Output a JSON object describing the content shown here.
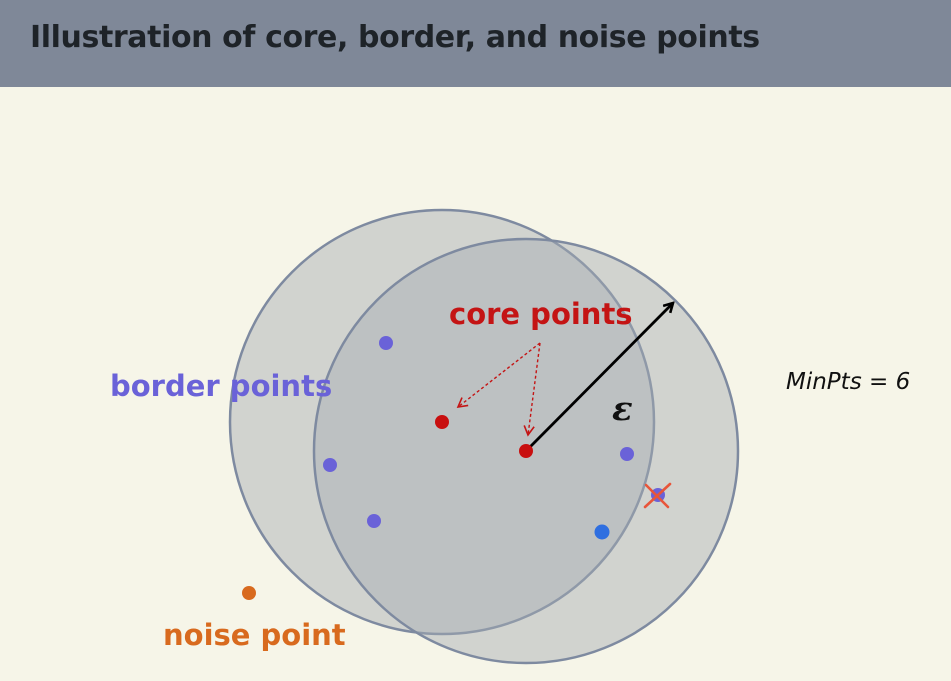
{
  "title": "Illustration of core, border, and noise points",
  "labels": {
    "core": "core points",
    "border": "border points",
    "noise": "noise point",
    "epsilon": "ε",
    "minpts": "MinPts = 6"
  },
  "colors": {
    "header_bg": "#7f8898",
    "background": "#f6f5e8",
    "circle_fill": "#a4abb2",
    "circle_stroke": "#7e8aa0",
    "core": "#c80f0f",
    "border": "#6a62d8",
    "noise": "#d86a1e",
    "highlight_point": "#2f6fe0",
    "excluded_mark": "#e8553a"
  }
}
